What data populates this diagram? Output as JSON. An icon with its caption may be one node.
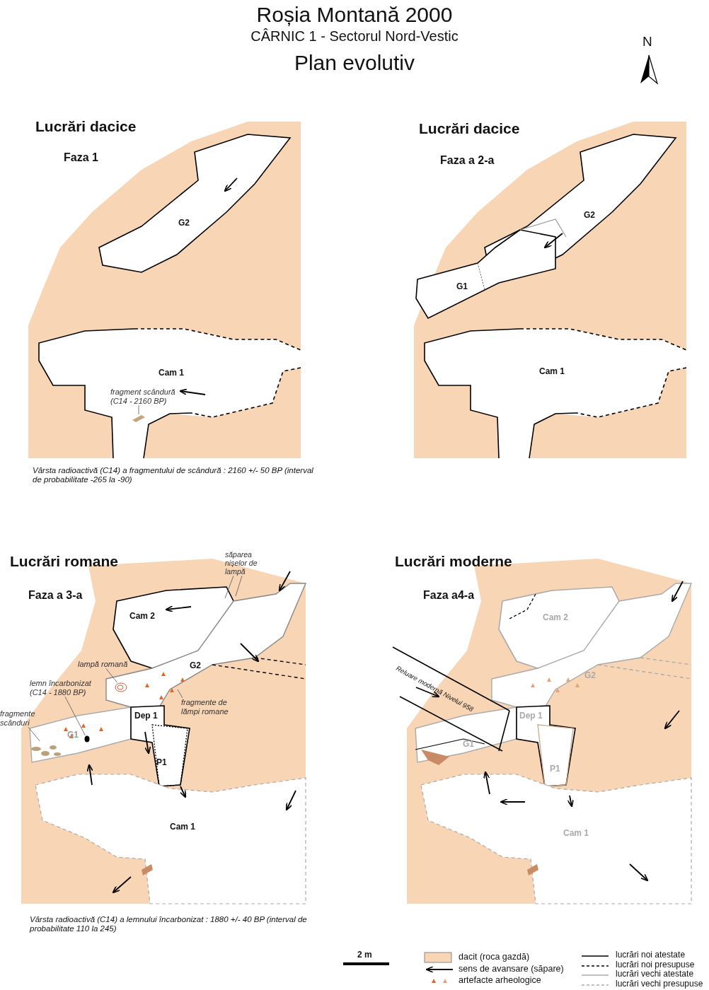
{
  "diagram": {
    "title": "Roșia Montană 2000",
    "nodes": [
      {
        "text": [
          "fragment scândură (C14 - 2160 BP)"
        ]
      },
      {
        "text": [],
        "shape": "picture"
      },
      {
        "text": [
          "săparea nișelor de lampă"
        ]
      },
      {
        "text": [
          "lampă romană"
        ]
      },
      {
        "text": [],
        "shape": "picture"
      },
      {
        "text": [
          "lemn încarbonizat (C14 - 1880 BP)"
        ]
      },
      {
        "text": [],
        "shape": "circle"
      },
      {
        "text": [
          "fragmente de lămpi romane"
        ]
      },
      {
        "text": [
          "fragmente scânduri"
        ]
      },
      {
        "text": [],
        "shape": "picture"
      }
    ],
    "edges": [
      {
        "from": 0,
        "to": 1,
        "arrow": "none"
      },
      {
        "from": 2,
        "to": null,
        "arrow": "none"
      },
      {
        "from": 2,
        "to": null,
        "arrow": "none"
      },
      {
        "from": 3,
        "to": 4,
        "arrow": "none"
      },
      {
        "from": 5,
        "to": 6,
        "arrow": "none"
      },
      {
        "from": 7,
        "to": null,
        "arrow": "none"
      },
      {
        "from": 8,
        "to": 9,
        "arrow": "none"
      }
    ],
    "labels": [
      "CÂRNIC 1 - Sectorul Nord-Vestic",
      "Plan evolutiv",
      "N",
      "Lucrări dacice",
      "Faza 1",
      "G2",
      "Cam 1",
      "Vârsta radioactivă (C14) a fragmentului de scândură : 2160 +/- 50 BP (interval de probabilitate -265 la -90)",
      "Lucrări dacice",
      "Faza a 2-a",
      "G2",
      "G1",
      "Cam 1",
      "Lucrări romane",
      "Faza a 3-a",
      "Cam 2",
      "G2",
      "Dep 1",
      "G1",
      "P1",
      "Cam 1",
      "Vârsta radioactivă (C14) a lemnului încarbonizat : 1880 +/- 40 BP (interval de probabilitate 110 la 245)",
      "Lucrări moderne",
      "Faza a4-a",
      "Cam 2",
      "Reluare modernă Nivelul 958",
      "G2",
      "Dep 1",
      "G1",
      "P1",
      "Cam 1",
      "2 m"
    ],
    "legend": [
      {
        "text": "dacit (roca gazdă)",
        "color": "#f8d5b5"
      },
      {
        "text": "sens de avansare (săpare)"
      },
      {
        "text": "artefacte arheologice"
      },
      {
        "text": "lucrări noi atestate"
      },
      {
        "text": "lucrări noi presupuse"
      },
      {
        "text": "lucrări vechi atestate"
      },
      {
        "text": "lucrări vechi presupuse"
      }
    ]
  }
}
